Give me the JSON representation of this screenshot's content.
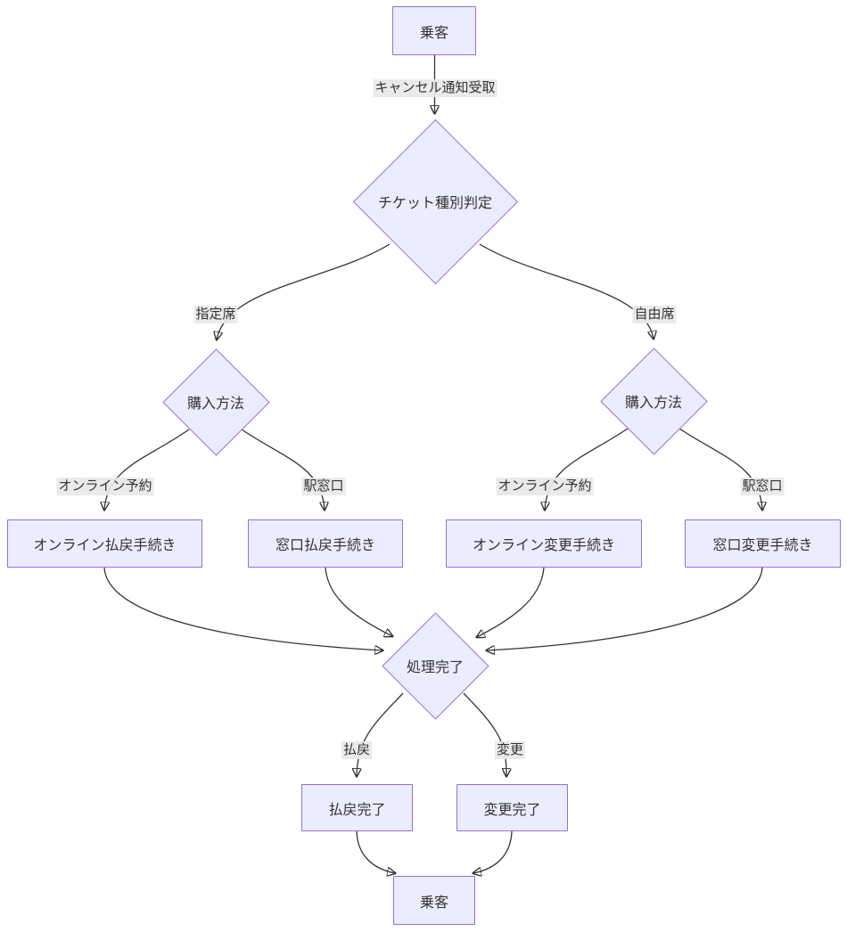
{
  "diagram": {
    "type": "flowchart",
    "direction": "top-to-bottom",
    "nodes": {
      "passenger_top": {
        "label": "乗客",
        "shape": "rectangle"
      },
      "ticket_type_decision": {
        "label": "チケット種別判定",
        "shape": "diamond"
      },
      "purchase_method_left": {
        "label": "購入方法",
        "shape": "diamond"
      },
      "purchase_method_right": {
        "label": "購入方法",
        "shape": "diamond"
      },
      "online_refund_procedure": {
        "label": "オンライン払戻手続き",
        "shape": "rectangle"
      },
      "window_refund_procedure": {
        "label": "窓口払戻手続き",
        "shape": "rectangle"
      },
      "online_change_procedure": {
        "label": "オンライン変更手続き",
        "shape": "rectangle"
      },
      "window_change_procedure": {
        "label": "窓口変更手続き",
        "shape": "rectangle"
      },
      "processing_complete": {
        "label": "処理完了",
        "shape": "diamond"
      },
      "refund_complete": {
        "label": "払戻完了",
        "shape": "rectangle"
      },
      "change_complete": {
        "label": "変更完了",
        "shape": "rectangle"
      },
      "passenger_bottom": {
        "label": "乗客",
        "shape": "rectangle"
      }
    },
    "edges": [
      {
        "from": "passenger_top",
        "to": "ticket_type_decision",
        "label": "キャンセル通知受取"
      },
      {
        "from": "ticket_type_decision",
        "to": "purchase_method_left",
        "label": "指定席"
      },
      {
        "from": "ticket_type_decision",
        "to": "purchase_method_right",
        "label": "自由席"
      },
      {
        "from": "purchase_method_left",
        "to": "online_refund_procedure",
        "label": "オンライン予約"
      },
      {
        "from": "purchase_method_left",
        "to": "window_refund_procedure",
        "label": "駅窓口"
      },
      {
        "from": "purchase_method_right",
        "to": "online_change_procedure",
        "label": "オンライン予約"
      },
      {
        "from": "purchase_method_right",
        "to": "window_change_procedure",
        "label": "駅窓口"
      },
      {
        "from": "online_refund_procedure",
        "to": "processing_complete",
        "label": ""
      },
      {
        "from": "window_refund_procedure",
        "to": "processing_complete",
        "label": ""
      },
      {
        "from": "online_change_procedure",
        "to": "processing_complete",
        "label": ""
      },
      {
        "from": "window_change_procedure",
        "to": "processing_complete",
        "label": ""
      },
      {
        "from": "processing_complete",
        "to": "refund_complete",
        "label": "払戻"
      },
      {
        "from": "processing_complete",
        "to": "change_complete",
        "label": "変更"
      },
      {
        "from": "refund_complete",
        "to": "passenger_bottom",
        "label": ""
      },
      {
        "from": "change_complete",
        "to": "passenger_bottom",
        "label": ""
      }
    ],
    "colors": {
      "node_fill": "#ECECFF",
      "node_border": "#9370DB",
      "edge_line": "#333333",
      "edge_label_background": "#E8E8E8",
      "text": "#333333",
      "background": "#FFFFFF"
    }
  }
}
